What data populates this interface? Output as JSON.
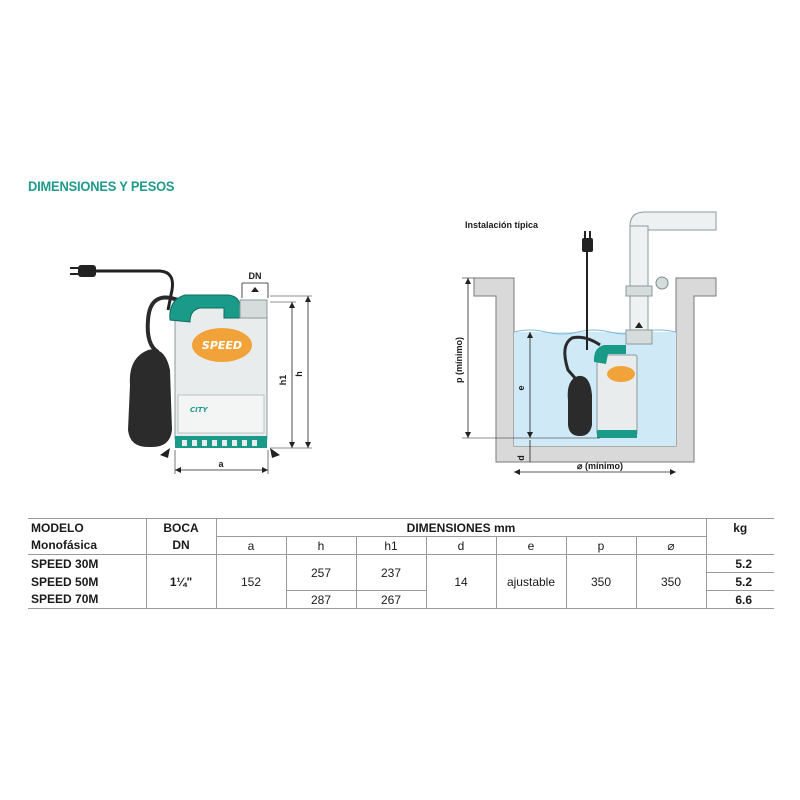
{
  "section_title": "DIMENSIONES Y PESOS",
  "installation": {
    "label": "Instalación típica",
    "dim_p": "p (mínimo)",
    "dim_e": "e",
    "dim_d": "d",
    "dim_diam": "⌀ (mínimo)"
  },
  "pump_figure": {
    "brand": "SPEED",
    "sub_brand": "CITY",
    "dim_dn": "DN",
    "dim_a": "a",
    "dim_h1": "h1",
    "dim_h": "h"
  },
  "colors": {
    "accent": "#1f9a8c",
    "pump_teal": "#1a9b8a",
    "water": "#cfe9f6",
    "wall": "#d9d9d9"
  },
  "table": {
    "header_row1": {
      "modelo": "MODELO",
      "boca": "BOCA",
      "dimensiones": "DIMENSIONES mm",
      "kg": "kg"
    },
    "header_row2": {
      "monofasica": "Monofásica",
      "dn": "DN",
      "cols": [
        "a",
        "h",
        "h1",
        "d",
        "e",
        "p",
        "⌀"
      ]
    },
    "rows": [
      {
        "model": "SPEED 30M",
        "kg": "5.2"
      },
      {
        "model": "SPEED 50M",
        "kg": "5.2"
      },
      {
        "model": "SPEED 70M",
        "kg": "6.6"
      }
    ],
    "shared": {
      "dn": "1¼\"",
      "a": "152",
      "h_top": "257",
      "h1_top": "237",
      "h_bottom": "287",
      "h1_bottom": "267",
      "d": "14",
      "e": "ajustable",
      "p": "350",
      "diam": "350"
    }
  }
}
